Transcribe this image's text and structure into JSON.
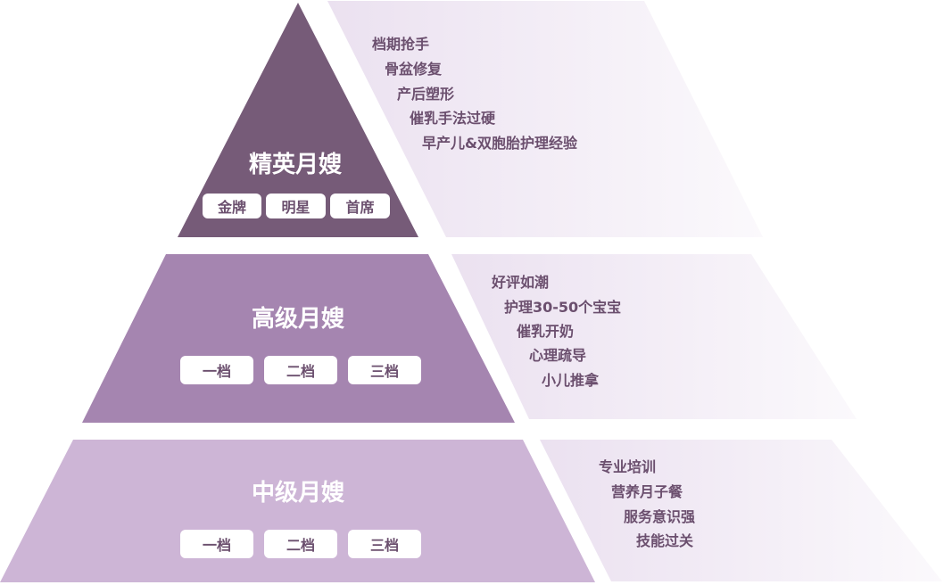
{
  "colors": {
    "elite": "#765b78",
    "senior": "#a585b0",
    "middle": "#cdb5d6",
    "text": "#6b4f6e"
  },
  "tiers": [
    {
      "title": "精英月嫂",
      "badges": [
        "金牌",
        "明星",
        "首席"
      ],
      "features": [
        "档期抢手",
        "骨盆修复",
        "产后塑形",
        "催乳手法过硬",
        "早产儿&双胞胎护理经验"
      ]
    },
    {
      "title": "高级月嫂",
      "badges": [
        "一档",
        "二档",
        "三档"
      ],
      "features": [
        "好评如潮",
        "护理30-50个宝宝",
        "催乳开奶",
        "心理疏导",
        "小儿推拿"
      ]
    },
    {
      "title": "中级月嫂",
      "badges": [
        "一档",
        "二档",
        "三档"
      ],
      "features": [
        "专业培训",
        "营养月子餐",
        "服务意识强",
        "技能过关"
      ]
    }
  ]
}
